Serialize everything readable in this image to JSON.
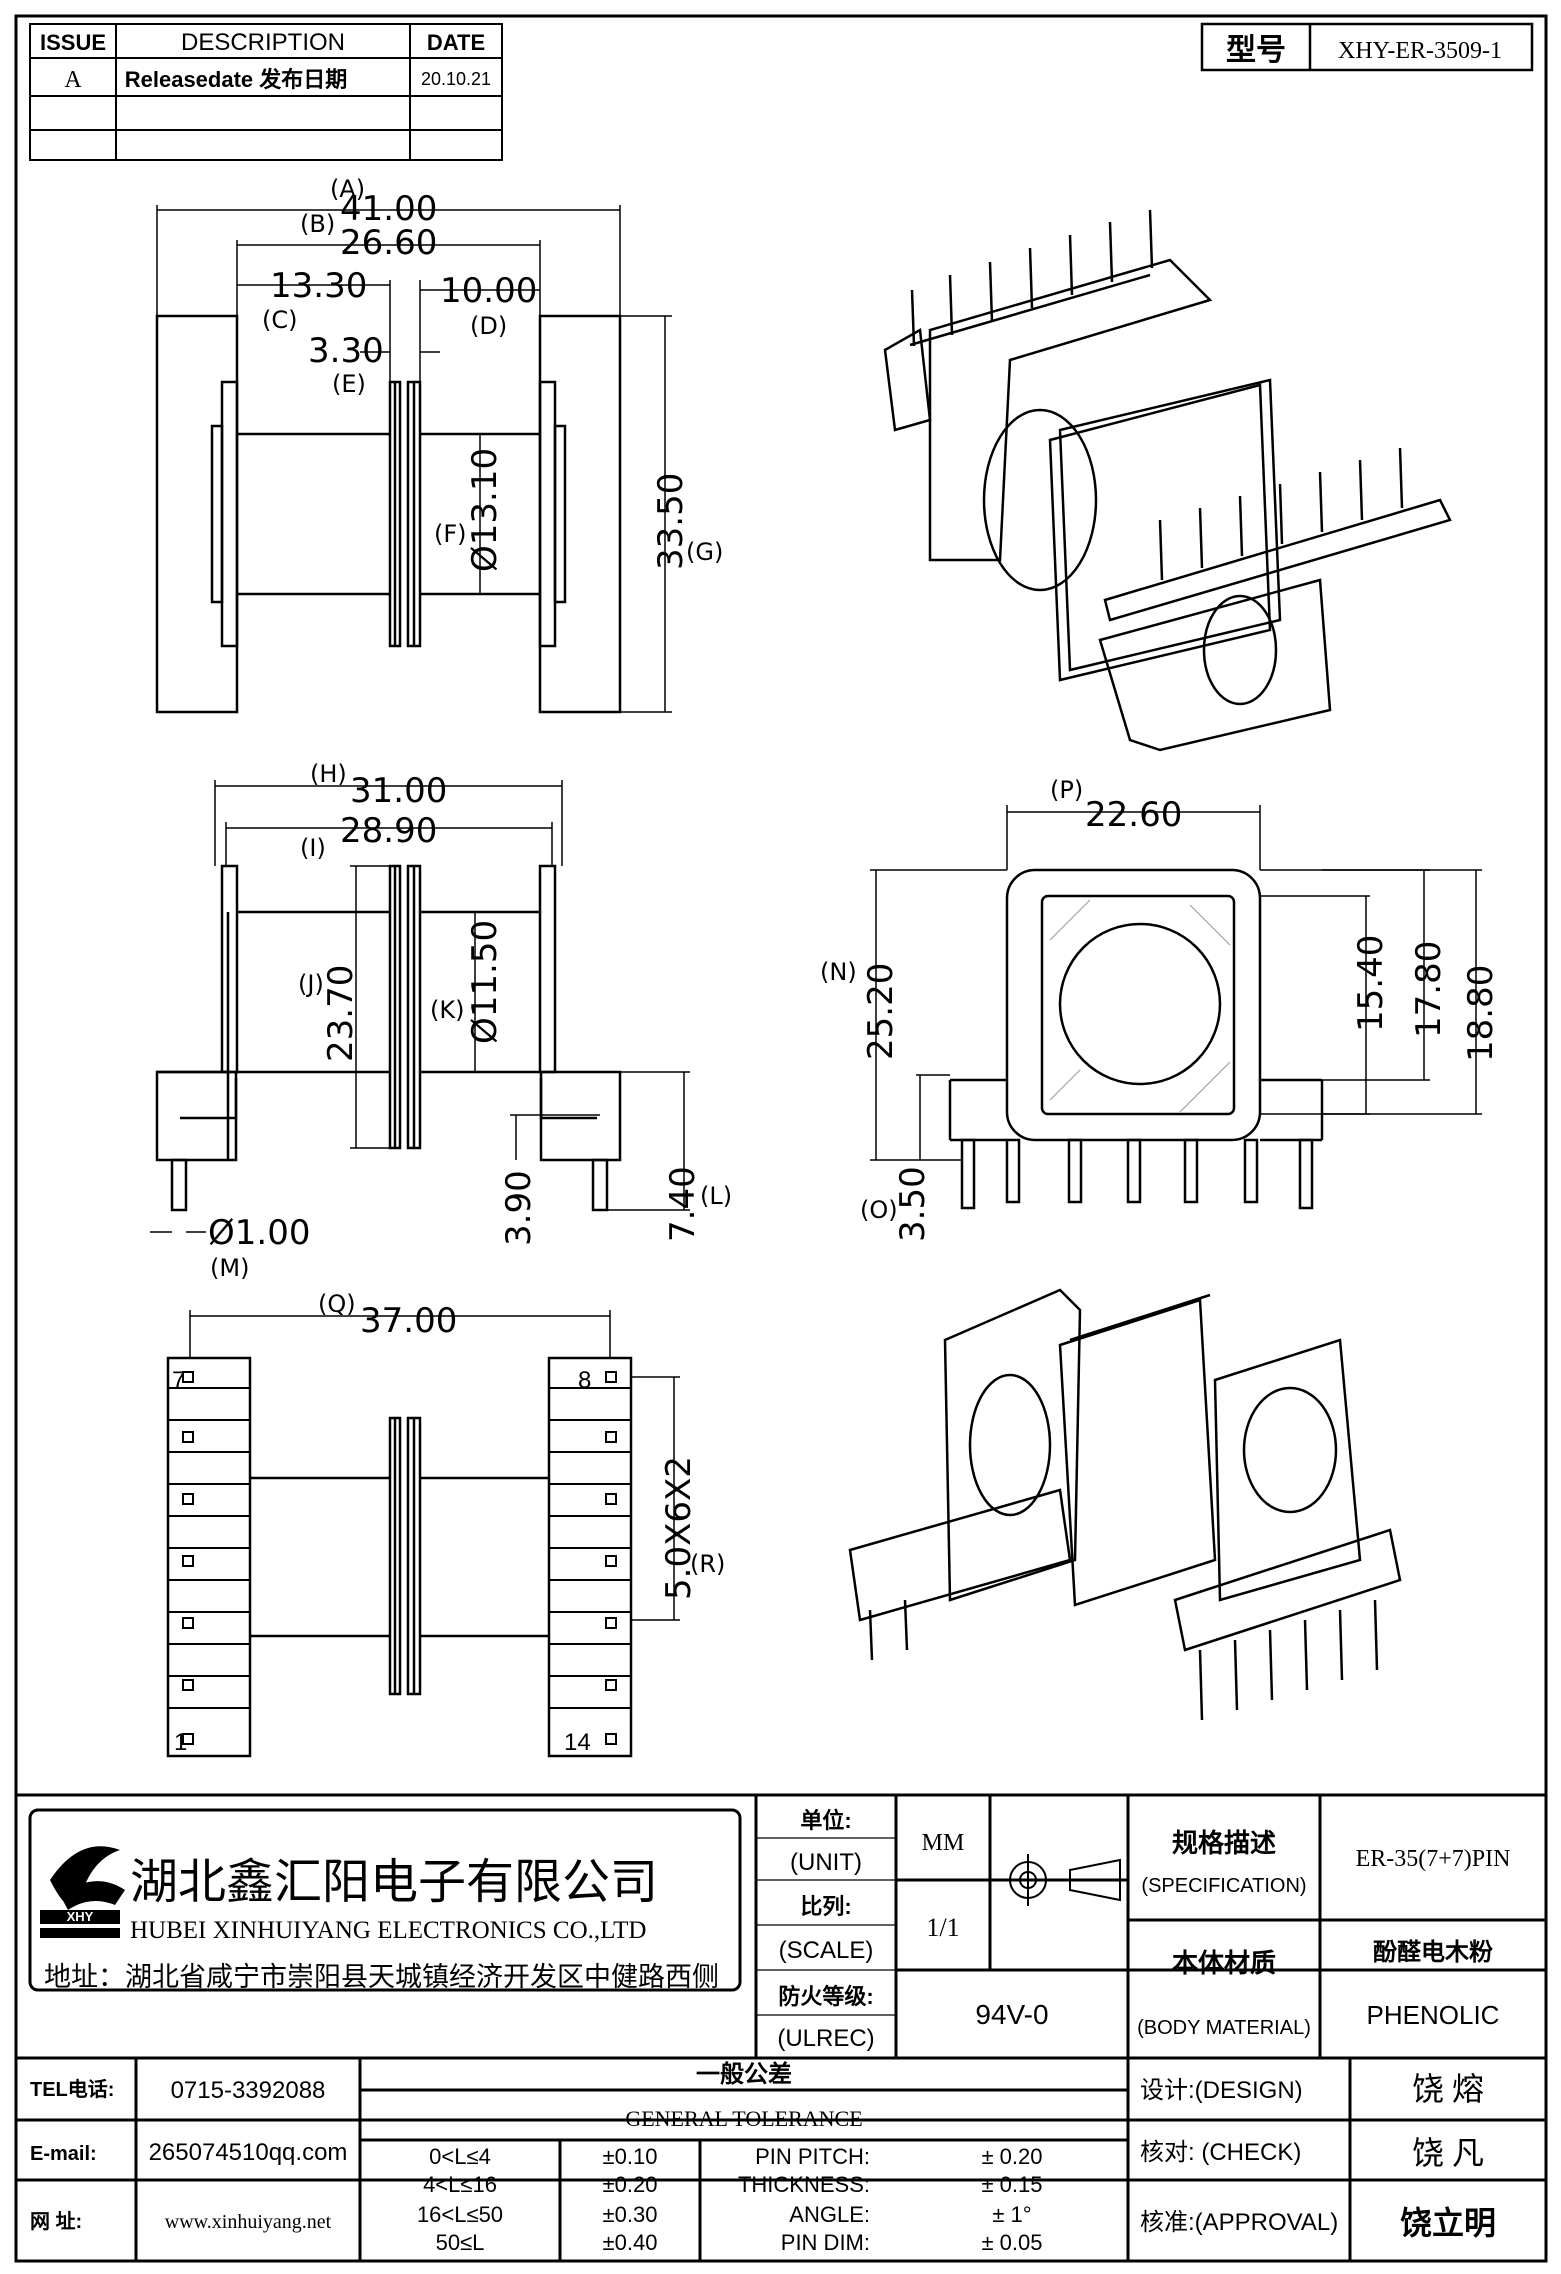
{
  "revision_table": {
    "headers": [
      "ISSUE",
      "DESCRIPTION",
      "DATE"
    ],
    "rows": [
      {
        "issue": "A",
        "description": "Releasedate 发布日期",
        "date": "20.10.21"
      }
    ]
  },
  "model": {
    "label": "型号",
    "value": "XHY-ER-3509-1"
  },
  "top_view": {
    "dims": [
      {
        "label": "(A)",
        "value": "41.00"
      },
      {
        "label": "(B)",
        "value": "26.60"
      },
      {
        "label": "(C)",
        "value": "13.30"
      },
      {
        "label": "(D)",
        "value": "10.00"
      },
      {
        "label": "(E)",
        "value": "3.30"
      },
      {
        "label": "(F)",
        "value": "Ø13.10"
      },
      {
        "label": "(G)",
        "value": "33.50"
      }
    ]
  },
  "side_view": {
    "dims": [
      {
        "label": "(H)",
        "value": "31.00"
      },
      {
        "label": "(I)",
        "value": "28.90"
      },
      {
        "label": "(J)",
        "value": "23.70"
      },
      {
        "label": "(K)",
        "value": "Ø11.50"
      },
      {
        "label": "(L)",
        "value": "7.40"
      },
      {
        "label": "",
        "value": "3.90"
      },
      {
        "label": "(M)",
        "value": "Ø1.00"
      }
    ]
  },
  "end_view": {
    "dims": [
      {
        "label": "(P)",
        "value": "22.60"
      },
      {
        "label": "(N)",
        "value": "25.20"
      },
      {
        "label": "(O)",
        "value": "3.50"
      },
      {
        "label": "",
        "value": "15.40"
      },
      {
        "label": "",
        "value": "17.80"
      },
      {
        "label": "",
        "value": "18.80"
      }
    ]
  },
  "bottom_view": {
    "dims": [
      {
        "label": "(Q)",
        "value": "37.00"
      },
      {
        "label": "(R)",
        "value": "5.0X6X2"
      }
    ],
    "pin_numbers": [
      "7",
      "8",
      "1",
      "14"
    ]
  },
  "company": {
    "logo_text": "XHY",
    "name_cn": "湖北鑫汇阳电子有限公司",
    "name_en": "HUBEI XINHUIYANG ELECTRONICS CO.,LTD",
    "address": "地址：湖北省咸宁市崇阳县天城镇经济开发区中健路西侧"
  },
  "title_block": {
    "unit_cn": "单位:",
    "unit_en": "(UNIT)",
    "unit_value": "MM",
    "scale_cn": "比列:",
    "scale_en": "(SCALE)",
    "scale_value": "1/1",
    "ul_cn": "防火等级:",
    "ul_en": "(ULREC)",
    "ul_value": "94V-0",
    "spec_cn": "规格描述",
    "spec_en": "(SPECIFICATION)",
    "spec_value": "ER-35(7+7)PIN",
    "material_cn": "本体材质",
    "material_en": "(BODY MATERIAL)",
    "material_value_cn": "酚醛电木粉",
    "material_value_en": "PHENOLIC"
  },
  "contact": {
    "tel_label": "TEL电话:",
    "tel": "0715-3392088",
    "email_label": "E-mail:",
    "email": "265074510qq.com",
    "web_label": "网    址:",
    "web": "www.xinhuiyang.net"
  },
  "tolerance": {
    "title_cn": "一般公差",
    "title_en": "GENERAL TOLERANCE",
    "ranges": [
      {
        "range": "0<L≤4",
        "tol": "±0.10"
      },
      {
        "range": "4<L≤16",
        "tol": "±0.20"
      },
      {
        "range": "16<L≤50",
        "tol": "±0.30"
      },
      {
        "range": "50≤L",
        "tol": "±0.40"
      }
    ],
    "specs": [
      {
        "name": "PIN PITCH:",
        "value": "± 0.20"
      },
      {
        "name": "THICKNESS:",
        "value": "± 0.15"
      },
      {
        "name": "ANGLE:",
        "value": "± 1°"
      },
      {
        "name": "PIN DIM:",
        "value": "± 0.05"
      }
    ]
  },
  "signoff": {
    "design_label": "设计:(DESIGN)",
    "design_name": "饶  熔",
    "check_label": "核对: (CHECK)",
    "check_name": "饶  凡",
    "approval_label": "核准:(APPROVAL)",
    "approval_name": "饶立明"
  }
}
